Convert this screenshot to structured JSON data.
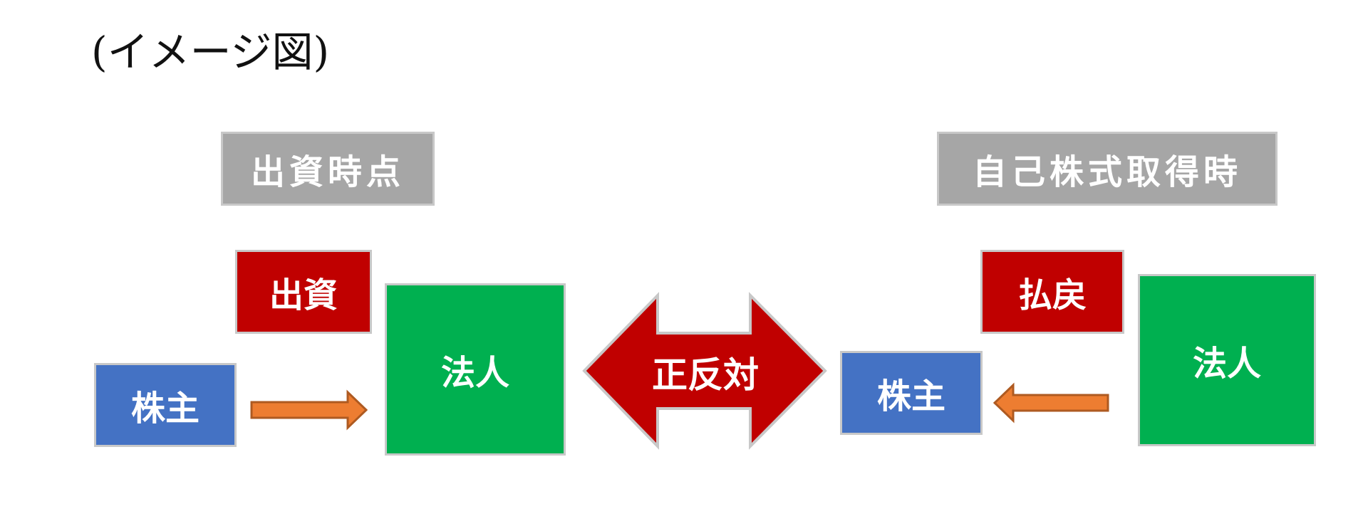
{
  "title": "(イメージ図)",
  "left": {
    "header": "出資時点",
    "action": "出資",
    "shareholder": "株主",
    "corporation": "法人",
    "arrow_direction": "right"
  },
  "center": {
    "label": "正反対"
  },
  "right": {
    "header": "自己株式取得時",
    "action": "払戻",
    "shareholder": "株主",
    "corporation": "法人",
    "arrow_direction": "left"
  },
  "colors": {
    "header": "#a6a6a6",
    "action": "#c00000",
    "shareholder": "#4472c4",
    "corporation": "#00b050",
    "flow_arrow": "#ed7d31",
    "flow_arrow_border": "#ae5a21",
    "double_arrow": "#c00000"
  }
}
